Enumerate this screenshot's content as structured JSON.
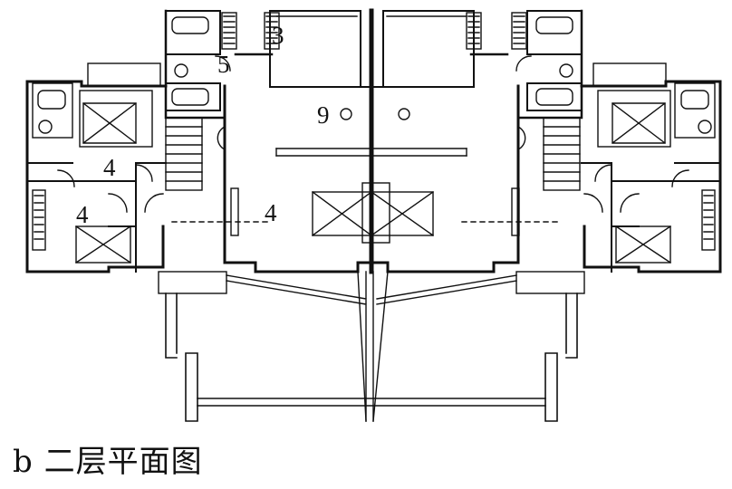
{
  "caption": "b 二层平面图",
  "room_labels": {
    "bedroom_left_upper": "4",
    "bedroom_left_lower": "4",
    "living_center": "4",
    "stair_top": "3",
    "hall_left": "5",
    "void_center": "9"
  },
  "colors": {
    "line": "#111111",
    "background": "#ffffff"
  }
}
